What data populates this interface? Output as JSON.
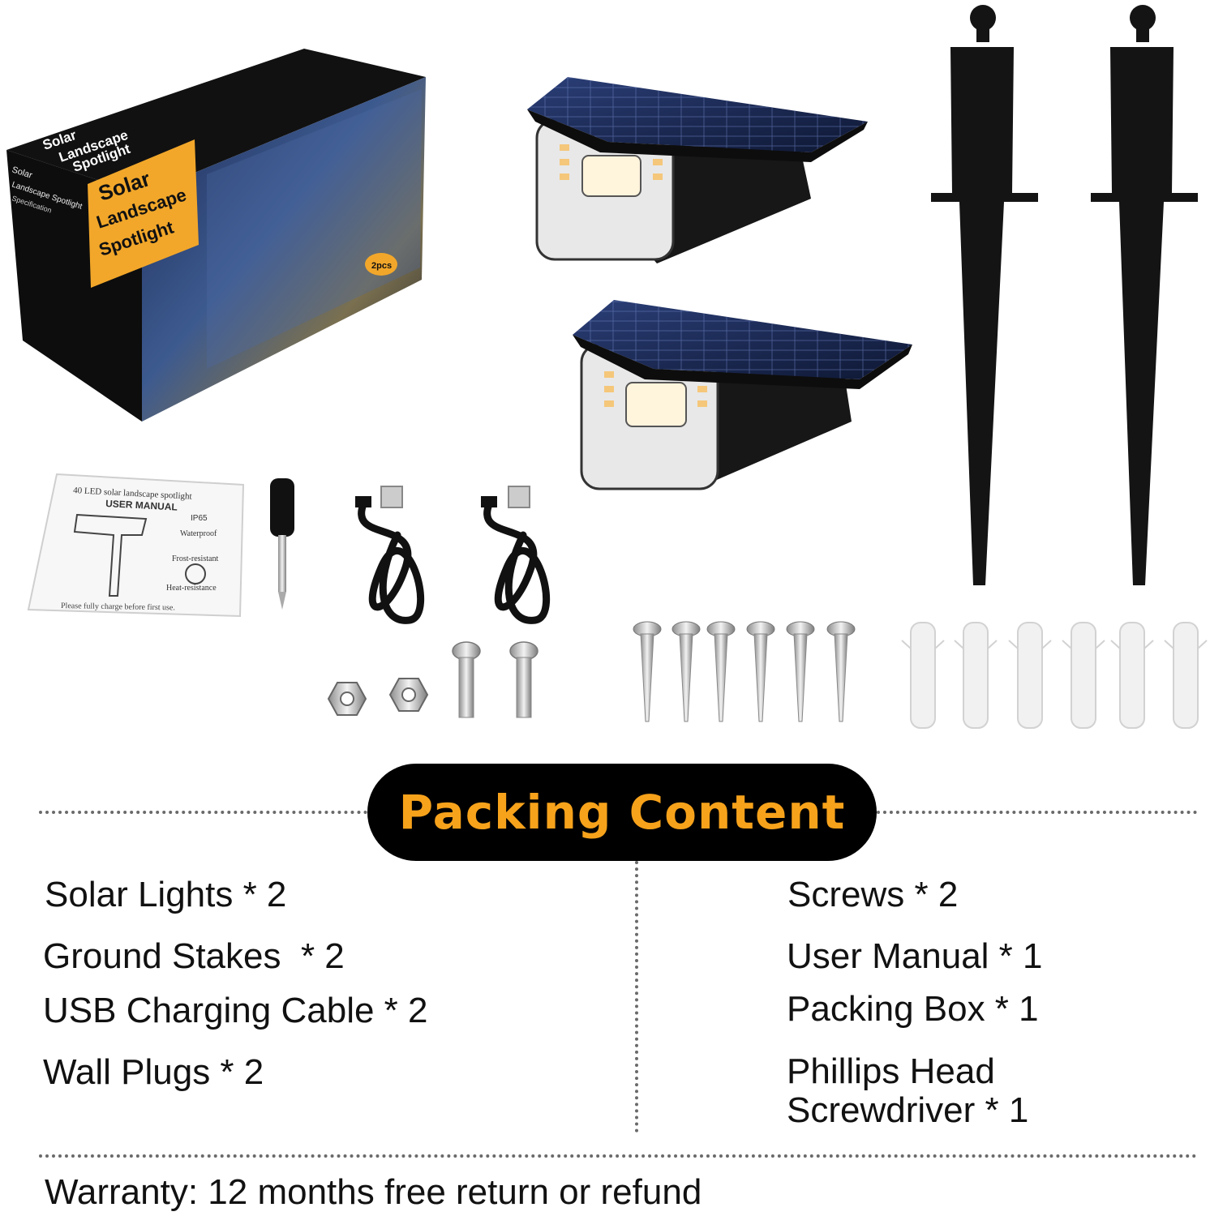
{
  "box": {
    "top_text": [
      "Solar",
      "Landscape",
      "Spotlight"
    ],
    "label": [
      "Solar",
      "Landscape",
      "Spotlight"
    ],
    "side": [
      "Solar",
      "Landscape Spotlight",
      "Specification"
    ],
    "badge": "2pcs"
  },
  "manual": {
    "title": "40 LED solar landscape spotlight",
    "subtitle": "USER MANUAL",
    "features": [
      "IP65",
      "Waterproof",
      "Frost-resistant",
      "Heat-resistance"
    ],
    "footer": "Please fully charge before first use."
  },
  "heading": "Packing Content",
  "left_items": [
    "Solar Lights * 2",
    "Ground Stakes  * 2",
    "USB Charging Cable * 2",
    "Wall Plugs * 2"
  ],
  "right_items": [
    "Screws * 2",
    "User Manual * 1",
    "Packing Box * 1",
    "Phillips Head Screwdriver * 1"
  ],
  "warranty": "Warranty: 12 months free return or refund",
  "colors": {
    "accent": "#f7a21b",
    "pill": "#000000",
    "box_label": "#f2a72a"
  }
}
